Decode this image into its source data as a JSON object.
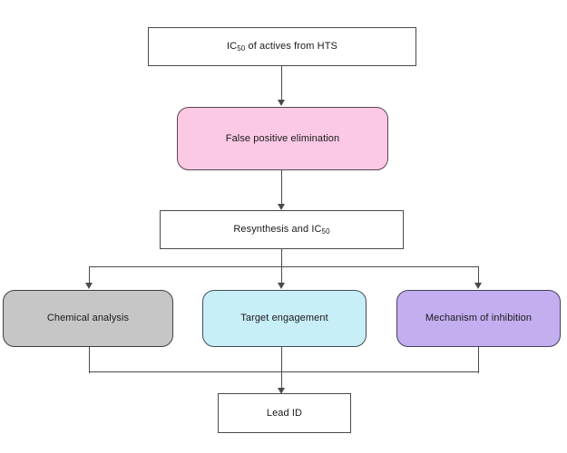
{
  "diagram": {
    "type": "flowchart",
    "title": "",
    "background_color": "#ffffff",
    "line_color": "#4a4a4a",
    "text_color": "#1a1a1a",
    "nodes": [
      {
        "id": "ic50-hts",
        "label_html": "IC<sub>50</sub> of actives from HTS",
        "label_text": "IC50 of actives from HTS",
        "shape": "rectangle",
        "fill": "#ffffff",
        "border": "#4a4a4a"
      },
      {
        "id": "false-positive-elimination",
        "label_html": "False positive elimination",
        "label_text": "False positive elimination",
        "shape": "rounded-rectangle",
        "fill": "#fbc9e4",
        "border": "#5b4552"
      },
      {
        "id": "resynthesis-ic50",
        "label_html": "Resynthesis and IC<sub>50</sub>",
        "label_text": "Resynthesis and IC50",
        "shape": "rectangle",
        "fill": "#ffffff",
        "border": "#4a4a4a"
      },
      {
        "id": "chemical-analysis",
        "label_html": "Chemical analysis",
        "label_text": "Chemical analysis",
        "shape": "rounded-rectangle",
        "fill": "#c6c6c6",
        "border": "#3f3f3f"
      },
      {
        "id": "target-engagement",
        "label_html": "Target engagement",
        "label_text": "Target engagement",
        "shape": "rounded-rectangle",
        "fill": "#c8eef8",
        "border": "#3f4e55"
      },
      {
        "id": "mechanism-of-inhibition",
        "label_html": "Mechanism of inhibition",
        "label_text": "Mechanism of inhibition",
        "shape": "rounded-rectangle",
        "fill": "#c3aef0",
        "border": "#44405a"
      },
      {
        "id": "lead-id",
        "label_html": "Lead ID",
        "label_text": "Lead ID",
        "shape": "rectangle",
        "fill": "#ffffff",
        "border": "#4a4a4a"
      }
    ],
    "edges": [
      {
        "from": "ic50-hts",
        "to": "false-positive-elimination",
        "style": "straight-arrow"
      },
      {
        "from": "false-positive-elimination",
        "to": "resynthesis-ic50",
        "style": "straight-arrow"
      },
      {
        "from": "resynthesis-ic50",
        "to": "chemical-analysis",
        "style": "branch-arrow"
      },
      {
        "from": "resynthesis-ic50",
        "to": "target-engagement",
        "style": "branch-arrow"
      },
      {
        "from": "resynthesis-ic50",
        "to": "mechanism-of-inhibition",
        "style": "branch-arrow"
      },
      {
        "from": "chemical-analysis",
        "to": "lead-id",
        "style": "merge-line"
      },
      {
        "from": "target-engagement",
        "to": "lead-id",
        "style": "merge-arrow"
      },
      {
        "from": "mechanism-of-inhibition",
        "to": "lead-id",
        "style": "merge-line"
      }
    ]
  }
}
